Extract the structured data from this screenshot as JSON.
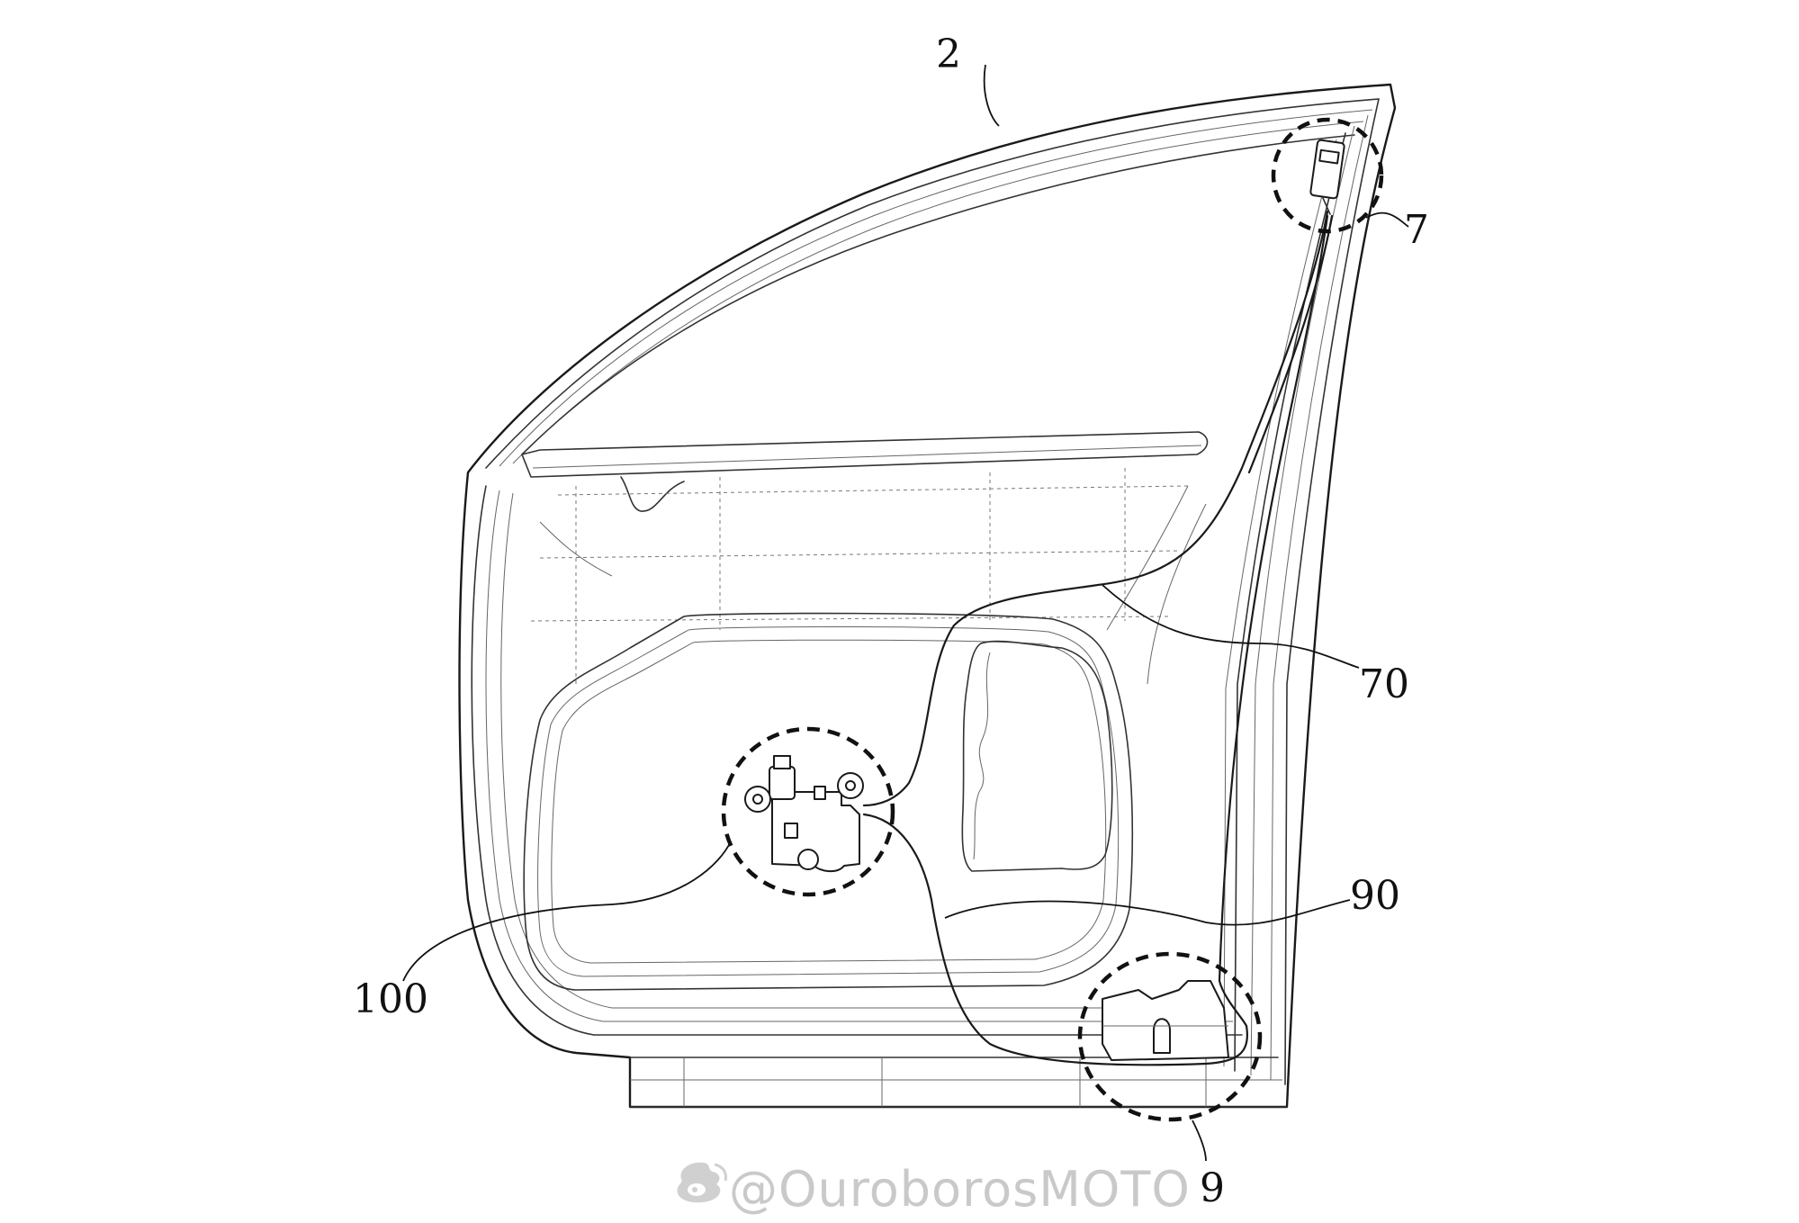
{
  "labels": {
    "door": "2",
    "upper_sensor": "7",
    "wire_harness": "70",
    "lower_harness": "90",
    "controller": "100",
    "lower_module": "9"
  },
  "watermark": {
    "text": "@OuroborosMOTO",
    "icon": "weibo-icon"
  },
  "colors": {
    "line": "#1a1a1a",
    "watermark": "#c9c9c9",
    "background": "#ffffff"
  }
}
